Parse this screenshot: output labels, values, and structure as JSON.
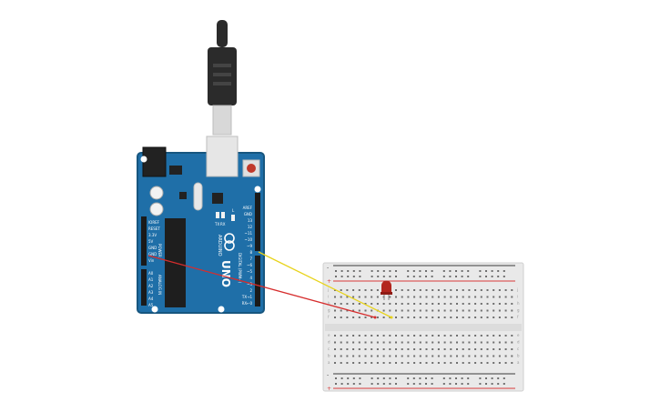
{
  "colors": {
    "background": "#ffffff",
    "board": "#1f6fa8",
    "board_edge": "#17567f",
    "usb_plug": "#2b2b2b",
    "usb_metal": "#d8d8d8",
    "reset_button": "#c0392b",
    "led": "#b3261e",
    "wire_ground": "#d62d2d",
    "wire_signal": "#e8d31b",
    "breadboard": "#e9e9e9",
    "rail_red": "#d93b3b",
    "rail_black": "#3a3a3a"
  },
  "board": {
    "brand": "ARDUINO",
    "model": "UNO",
    "power_labels": [
      "IOREF",
      "RESET",
      "3.3V",
      "5V",
      "GND",
      "GND",
      "Vin"
    ],
    "analog_labels": [
      "A0",
      "A1",
      "A2",
      "A3",
      "A4",
      "A5"
    ],
    "analog_header": "ANALOG IN",
    "power_header": "POWER",
    "digital_labels": [
      "AREF",
      "GND",
      "13",
      "12",
      "~11",
      "~10",
      "~9",
      "8",
      "7",
      "~6",
      "~5",
      "4",
      "~3",
      "2",
      "TX→1",
      "RX←0"
    ],
    "digital_header": "DIGITAL (PWM~)",
    "indicator_labels": [
      "TX",
      "RX",
      "L"
    ]
  },
  "breadboard": {
    "row_letters_top": [
      "j",
      "i",
      "h",
      "g",
      "f"
    ],
    "row_letters_bottom": [
      "e",
      "d",
      "c",
      "b",
      "a"
    ],
    "rail_plus": "+",
    "rail_minus": "-"
  }
}
